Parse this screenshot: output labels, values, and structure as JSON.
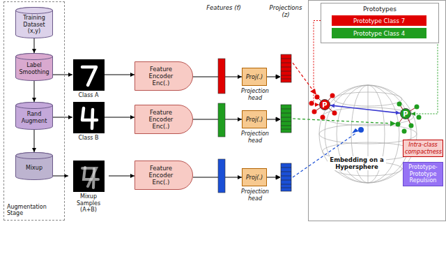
{
  "diagram": {
    "nodes": [
      {
        "text": [
          "Augmentation Stage"
        ]
      },
      {
        "text": [
          "Training Dataset (x,y)"
        ],
        "in": 0
      },
      {
        "text": [
          "Label Smoothing"
        ],
        "in": 0
      },
      {
        "text": [
          "Rand Augment"
        ],
        "in": 0
      },
      {
        "text": [
          "Mixup"
        ],
        "in": 0
      },
      {
        "text": [
          "Class A"
        ]
      },
      {
        "text": [
          "Class B"
        ]
      },
      {
        "text": [
          "Mixup Samples (A+B)"
        ]
      },
      {
        "text": [
          "Feature Encoder Enc(.)"
        ]
      },
      {
        "text": [
          "Feature Encoder Enc(.)"
        ]
      },
      {
        "text": [
          "Feature Encoder Enc(.)"
        ]
      },
      {
        "text": [
          "Proj(.)",
          "Projection head"
        ]
      },
      {
        "text": [
          "Proj(.)",
          "Projection head"
        ]
      },
      {
        "text": [
          "Proj(.)",
          "Projection head"
        ]
      },
      {
        "text": [
          "Prototypes"
        ]
      },
      {
        "text": [
          "Prototype Class 7"
        ],
        "in": 14
      },
      {
        "text": [
          "Prototype Class 4"
        ],
        "in": 14
      },
      {
        "text": [
          "P"
        ]
      },
      {
        "text": [
          "P"
        ]
      }
    ],
    "edges": [
      {
        "from": 1,
        "to": 2,
        "arrow": "to"
      },
      {
        "from": 2,
        "to": 3,
        "arrow": "to"
      },
      {
        "from": 3,
        "to": 4,
        "arrow": "to"
      },
      {
        "from": 2,
        "to": 5,
        "arrow": "to"
      },
      {
        "from": 3,
        "to": 6,
        "arrow": "to"
      },
      {
        "from": 4,
        "to": 7,
        "arrow": "to"
      },
      {
        "from": 5,
        "to": 8,
        "arrow": "to"
      },
      {
        "from": 6,
        "to": 9,
        "arrow": "to"
      },
      {
        "from": 7,
        "to": 10,
        "arrow": "to"
      },
      {
        "from": 8,
        "to": 11,
        "arrow": "to"
      },
      {
        "from": 9,
        "to": 12,
        "arrow": "to"
      },
      {
        "from": 10,
        "to": 13,
        "arrow": "to"
      },
      {
        "from": 15,
        "to": 17,
        "arrow": "to"
      },
      {
        "from": 16,
        "to": 18,
        "arrow": "to"
      },
      {
        "from": 17,
        "to": 18,
        "arrow": "both"
      }
    ],
    "labels": [
      "Features (f)",
      "Projections (z)",
      "Embedding on a Hypersphere"
    ],
    "legend": [
      {
        "text": "Intra-class compactness",
        "color": "#f8cecc"
      },
      {
        "text": "Prototype-Prototype Repulsion",
        "color": "#9673f5"
      }
    ]
  }
}
